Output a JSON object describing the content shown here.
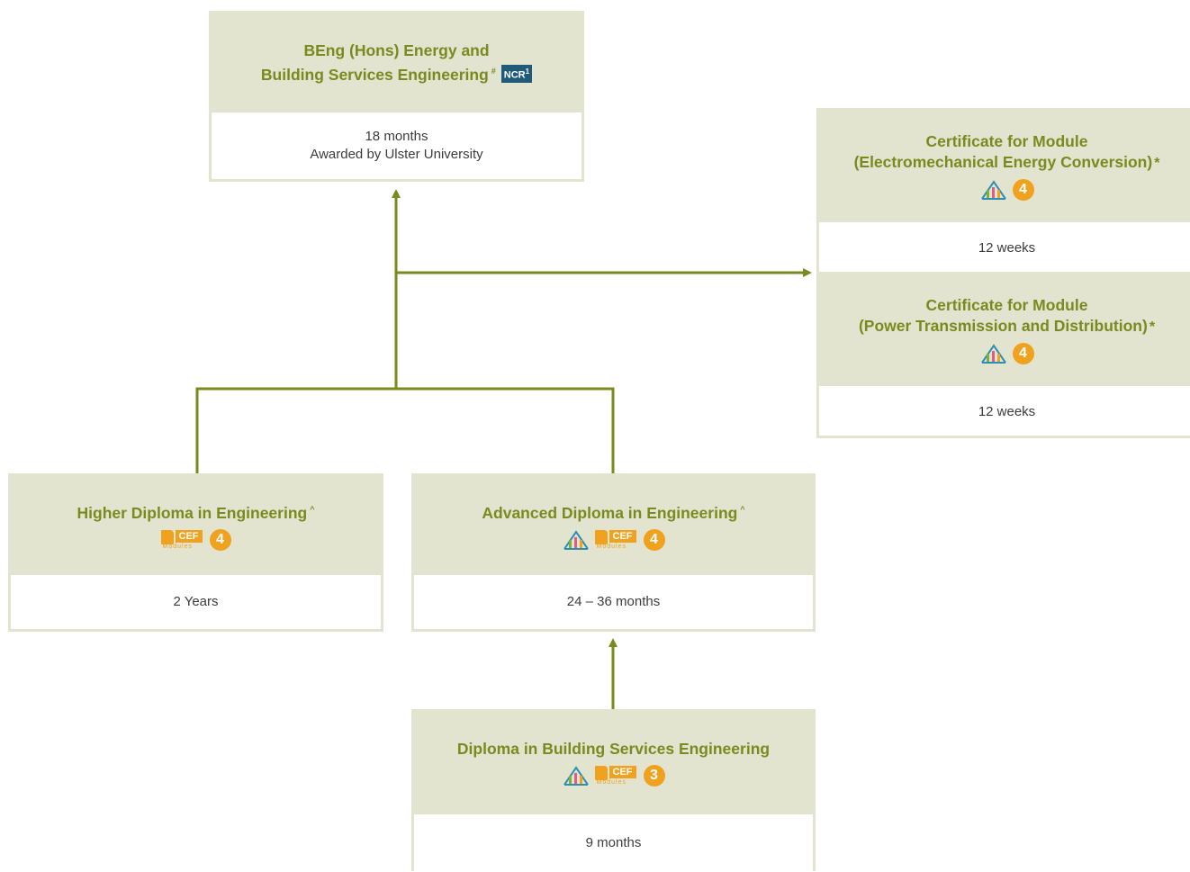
{
  "colors": {
    "connector": "#7a8a1e",
    "header_bg": "#e2e4cf",
    "title": "#7a8a1e",
    "level_badge": "#f0a21e",
    "ncr_badge": "#1f5a7a"
  },
  "beng": {
    "title_line1": "BEng (Hons) Energy and",
    "title_line2": "Building Services Engineering",
    "mark": "#",
    "ncr_label": "NCR",
    "ncr_sup": "1",
    "duration": "18 months",
    "awarded": "Awarded by Ulster University"
  },
  "cert_emec": {
    "title_line1": "Certificate for Module",
    "title_line2": "(Electromechanical Energy Conversion)",
    "mark": "*",
    "icon": "qf-pillar-icon",
    "level": "4",
    "duration": "12 weeks"
  },
  "cert_ptd": {
    "title_line1": "Certificate for Module",
    "title_line2": "(Power Transmission and Distribution)",
    "mark": "*",
    "icon": "qf-pillar-icon",
    "level": "4",
    "duration": "12 weeks"
  },
  "higher_diploma": {
    "title": "Higher Diploma in Engineering",
    "mark": "^",
    "cef_label": "CEF",
    "cef_sub": "Modules",
    "level": "4",
    "duration": "2 Years"
  },
  "advanced_diploma": {
    "title": "Advanced Diploma in Engineering",
    "mark": "^",
    "icon": "qf-pillar-icon",
    "cef_label": "CEF",
    "cef_sub": "Modules",
    "level": "4",
    "duration": "24 – 36 months"
  },
  "diploma_bse": {
    "title": "Diploma in Building Services Engineering",
    "icon": "qf-pillar-icon",
    "cef_label": "CEF",
    "cef_sub": "Modules",
    "level": "3",
    "duration": "9 months"
  }
}
